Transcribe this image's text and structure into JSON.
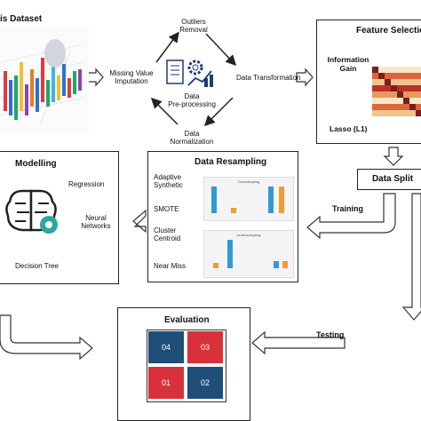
{
  "dataset": {
    "title": "is Dataset"
  },
  "preprocessing": {
    "outliers_removal": "Outliers\nRemoval",
    "missing_value_imputation": "Missing Value\nImputation",
    "data_transformation": "Data Transformation",
    "data_normalization": "Data\nNormalization",
    "center_label": "Data\nPre-processing"
  },
  "feature_selection": {
    "title": "Feature Selection",
    "information_gain": "Information\nGain",
    "lasso": "Lasso (L1)"
  },
  "data_split": {
    "title": "Data Split"
  },
  "training": {
    "label": "Training"
  },
  "testing": {
    "label": "Testing"
  },
  "resampling": {
    "title": "Data Resampling",
    "methods": [
      "Adaptive\nSynthetic",
      "SMOTE",
      "Cluster\nCentroid",
      "Near Miss"
    ],
    "oversampling_label": "Oversampling",
    "undersampling_label": "Undersampling"
  },
  "modelling": {
    "title": "Modelling",
    "models": [
      "Regression",
      "Neural\nNetworks",
      "Decision Tree"
    ]
  },
  "evaluation": {
    "title": "Evaluation",
    "cells": [
      "04",
      "03",
      "01",
      "02"
    ]
  },
  "colors": {
    "confusion_blue": "#1f4e79",
    "confusion_red": "#d9313b",
    "teal": "#2fa6a0",
    "chart_blue": "#3399d6",
    "chart_orange": "#f39a34"
  }
}
